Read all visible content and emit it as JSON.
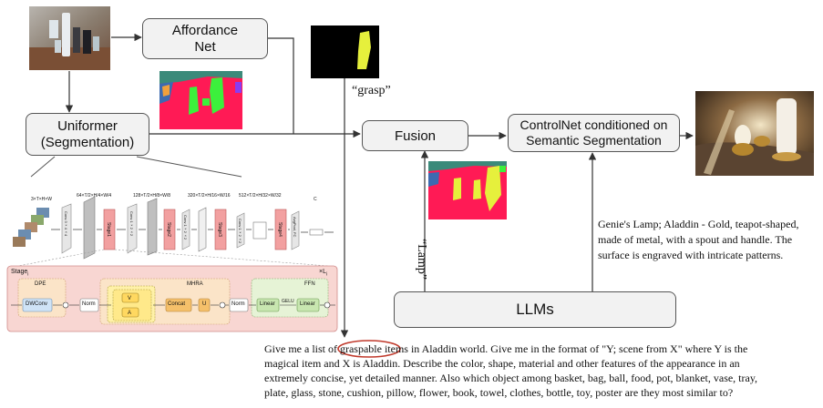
{
  "nodes": {
    "affordance": "Affordance\nNet",
    "uniformer": "Uniformer\n(Segmentation)",
    "fusion": "Fusion",
    "controlnet": "ControlNet conditioned on\nSemantic Segmentation",
    "llms": "LLMs"
  },
  "labels": {
    "grasp": "“grasp”",
    "lamp": "“Lamp”",
    "genie_desc": "Genie's Lamp; Aladdin - Gold, teapot-shaped,\nmade of metal, with a spout and handle. The\nsurface is engraved with intricate patterns."
  },
  "prompt": {
    "before": "Give me a list o",
    "highlight": "f graspable i",
    "after": "tems in Aladdin world. Give me in the format of \"Y; scene from X\" where Y is the\nmagical item and X is Aladdin. Describe the color, shape, material and other features of the appearance in an\nextremely concise, yet detailed manner. Also which object among basket, bag, ball, food, pot, blanket, vase, tray,\nplate, glass, stone, cushion, pillow, flower, book, towel, clothes, bottle, toy, poster are they most similar to?"
  },
  "arch": {
    "stage_label": "Stage",
    "stage_sub": "i",
    "repeat": "×L",
    "repeat_sub": "i",
    "dpe": "DPE",
    "mhra": "MHRA",
    "ffn": "FFN",
    "dwconv": "DWConv",
    "norm": "Norm",
    "concat": "Concat",
    "u": "U",
    "linear": "Linear",
    "gelu": "GELU",
    "v": "V",
    "a": "A",
    "stage_blocks": [
      "Stage1",
      "Stage2",
      "Stage3",
      "Stage4"
    ],
    "dims": [
      "3×T×H×W",
      "64×T/2×H/4×W/4",
      "128×T/2×H/8×W/8",
      "320×T/2×H/16×W/16",
      "512×T/2×H/32×W/32",
      "C"
    ],
    "side_labels": [
      "Conv 3×4×4",
      "Conv 1×2×2",
      "Conv 1×2×2",
      "Conv 1×2×2",
      "AvgPool, FC"
    ]
  },
  "colors": {
    "box_fill": "#f2f2f2",
    "box_border": "#555555",
    "seg_red": "#ff1a55",
    "seg_green": "#3cf03c",
    "seg_yellow": "#e6f03c",
    "highlight_circle": "#c0392b",
    "stage_bg": "#f8d6d2",
    "stage_block": "#f2a0a0"
  }
}
